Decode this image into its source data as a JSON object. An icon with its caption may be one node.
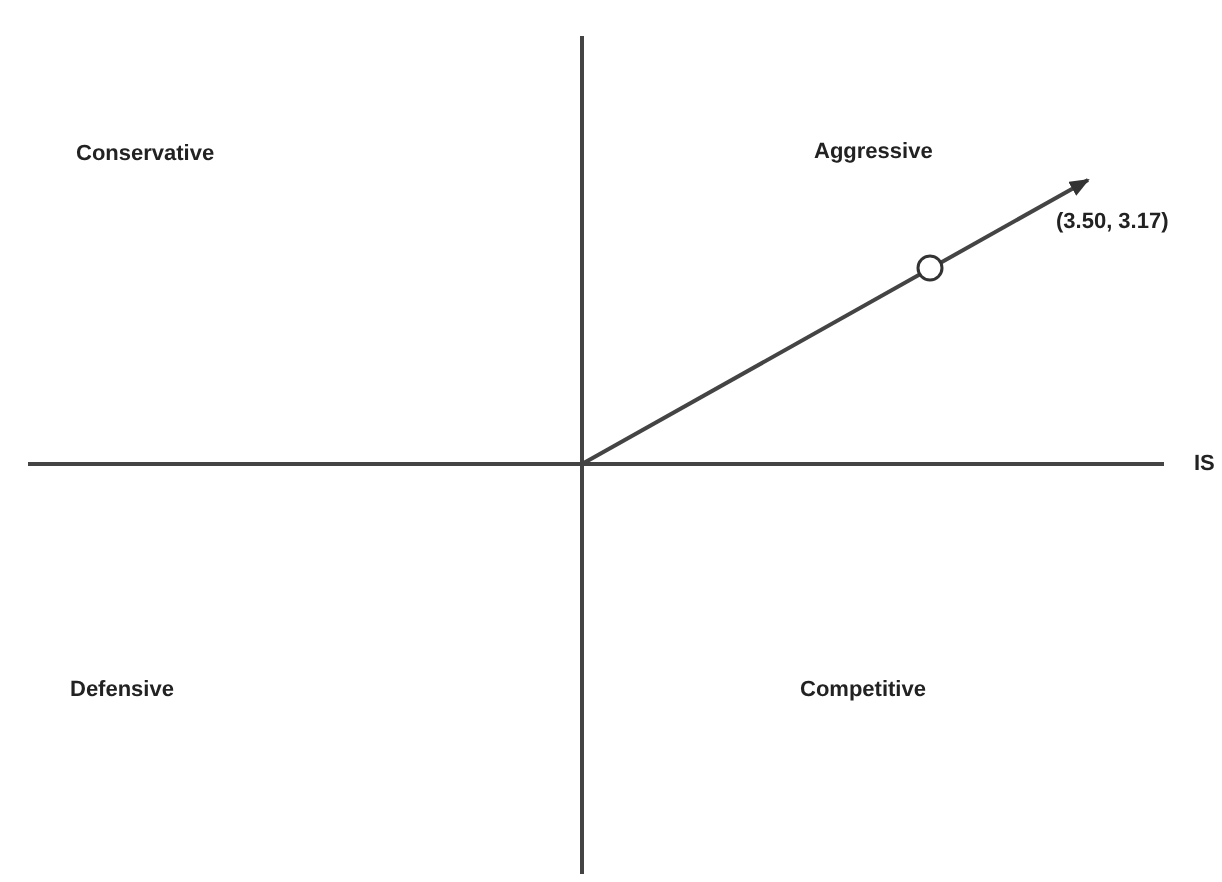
{
  "diagram": {
    "labels": [
      "Conservative",
      "Aggressive",
      "(3.50, 3.17)",
      "IS",
      "Defensive",
      "Competitive"
    ]
  }
}
